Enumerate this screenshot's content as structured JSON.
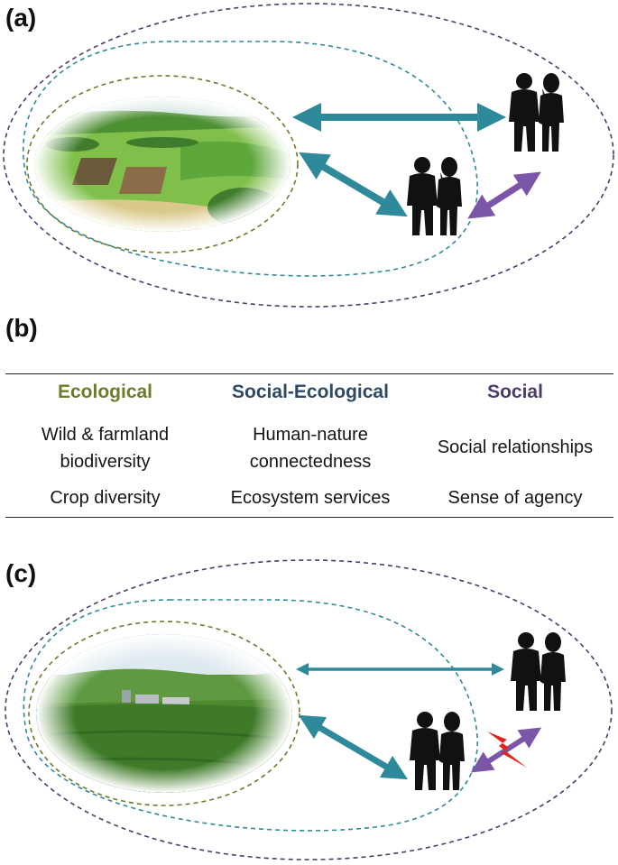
{
  "panels": {
    "a": {
      "label": "(a)",
      "scene": "green-farmland-landscape"
    },
    "b": {
      "label": "(b)"
    },
    "c": {
      "label": "(c)",
      "scene": "oil-palm-plantation"
    }
  },
  "table": {
    "headers": {
      "ecological": "Ecological",
      "social_ecological": "Social-Ecological",
      "social": "Social"
    },
    "rows": [
      {
        "ecological": [
          "Wild & farmland",
          "biodiversity"
        ],
        "social_ecological": [
          "Human-nature",
          "connectedness"
        ],
        "social": "Social relationships"
      },
      {
        "ecological": "Crop diversity",
        "social_ecological": "Ecosystem services",
        "social": "Sense of agency"
      }
    ]
  },
  "colors": {
    "ecological": "#6f7a2b",
    "social_ecological": "#2f8a99",
    "social": "#4e3b6b",
    "arrow_teal": "#2e8a9b",
    "arrow_purple": "#7b55a6",
    "broken_link": "#e0241b"
  },
  "icons": [
    "people-pair-icon",
    "double-arrow-icon",
    "broken-link-icon"
  ]
}
